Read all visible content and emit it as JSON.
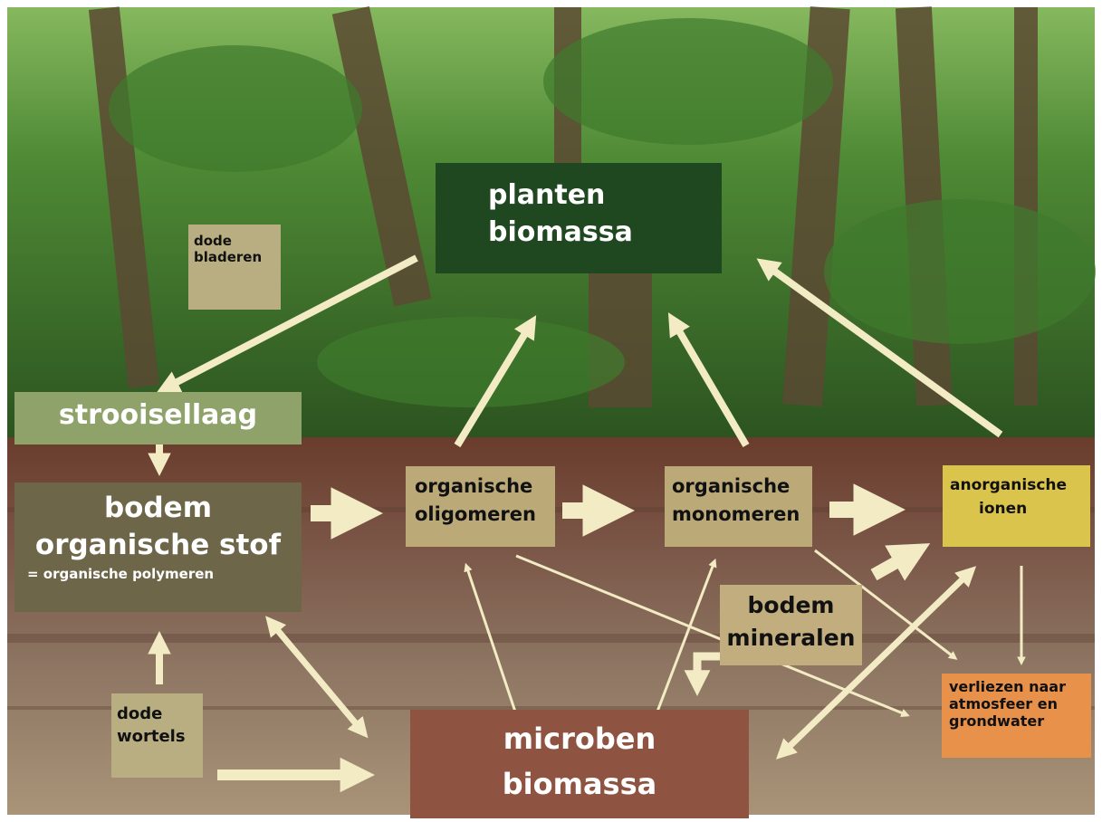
{
  "nodes": {
    "planten_biomassa": [
      "planten",
      "biomassa"
    ],
    "dode_bladeren": [
      "dode",
      "bladeren"
    ],
    "strooisellaag": "strooisellaag",
    "bodem_organische_stof": [
      "bodem",
      "organische stof",
      "= organische polymeren"
    ],
    "organische_oligomeren": [
      "organische",
      "oligomeren"
    ],
    "organische_monomeren": [
      "organische",
      "monomeren"
    ],
    "anorganische_ionen": [
      "anorganische",
      "ionen"
    ],
    "bodem_mineralen": [
      "bodem",
      "mineralen"
    ],
    "dode_wortels": [
      "dode",
      "wortels"
    ],
    "microben_biomassa": [
      "microben",
      "biomassa"
    ],
    "verliezen": [
      "verliezen naar",
      "atmosfeer en",
      "grondwater"
    ]
  },
  "colors": {
    "arrow": "#f2ebc4",
    "planten_biomassa": "#1f4820",
    "dode_bladeren": "#b9ae82",
    "strooisellaag": "#8fa26a",
    "bodem_organische_stof": "#6e6649",
    "organische_nodes": "#bba978",
    "anorganische_ionen": "#dbc44c",
    "bodem_mineralen": "#c2ad7e",
    "microben_biomassa": "#8e5441",
    "verliezen": "#e7914a",
    "forest_background": "#2f6a23",
    "soil_background": "#6b4e3c"
  },
  "background": {
    "upper": "forest photo",
    "lower": "soil profile photo"
  }
}
